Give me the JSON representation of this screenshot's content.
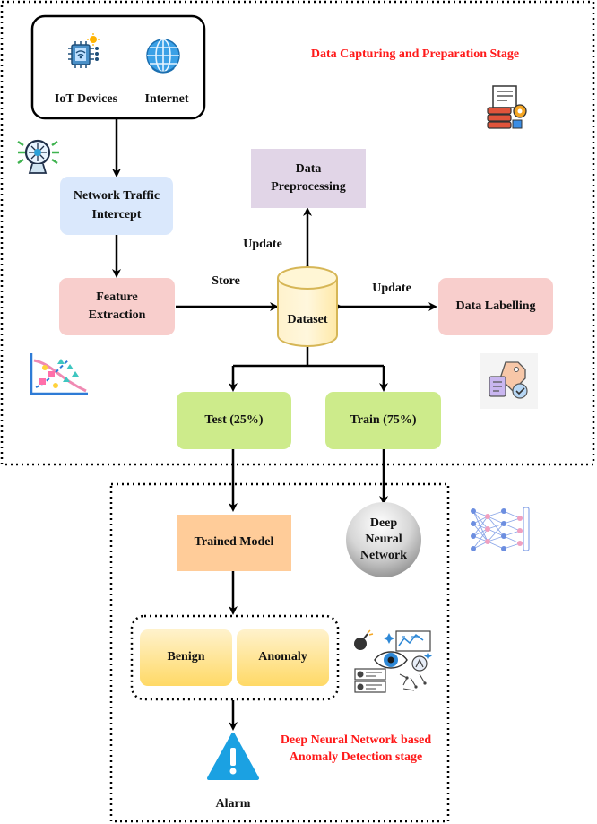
{
  "stage1": {
    "label": "Data Capturing and Preparation Stage"
  },
  "stage2": {
    "label_line1": "Deep Neural Network based",
    "label_line2": "Anomaly Detection stage"
  },
  "iot_box": {
    "devices_label": "IoT Devices",
    "internet_label": "Internet"
  },
  "nodes": {
    "network_traffic": {
      "line1": "Network Traffic",
      "line2": "Intercept"
    },
    "feature_extraction": {
      "line1": "Feature",
      "line2": "Extraction"
    },
    "data_preprocessing": {
      "line1": "Data",
      "line2": "Preprocessing"
    },
    "dataset": "Dataset",
    "data_labelling": "Data Labelling",
    "test": "Test (25%)",
    "train": "Train (75%)",
    "trained_model": "Trained Model",
    "dnn": {
      "line1": "Deep",
      "line2": "Neural",
      "line3": "Network"
    },
    "benign": "Benign",
    "anomaly": "Anomaly",
    "alarm": "Alarm"
  },
  "edge_labels": {
    "store": "Store",
    "update_top": "Update",
    "update_right": "Update"
  },
  "colors": {
    "network_traffic": "#dae8fc",
    "feature_extraction": "#f8cecc",
    "data_preprocessing": "#e1d5e7",
    "dataset": "#fff2cc",
    "data_labelling": "#f8cecc",
    "test_train": "#cdeb8b",
    "trained_model": "#ffcc99",
    "benign_anomaly": "#ffe57f",
    "stage_label": "#ff1a1a",
    "alarm": "#1ba1e2"
  },
  "icons": [
    "iot-chip-icon",
    "globe-icon",
    "network-monitor-icon",
    "server-settings-icon",
    "scatter-plot-icon",
    "labelling-icon",
    "neural-net-icon",
    "ai-eye-icon",
    "alarm-warning-icon"
  ]
}
